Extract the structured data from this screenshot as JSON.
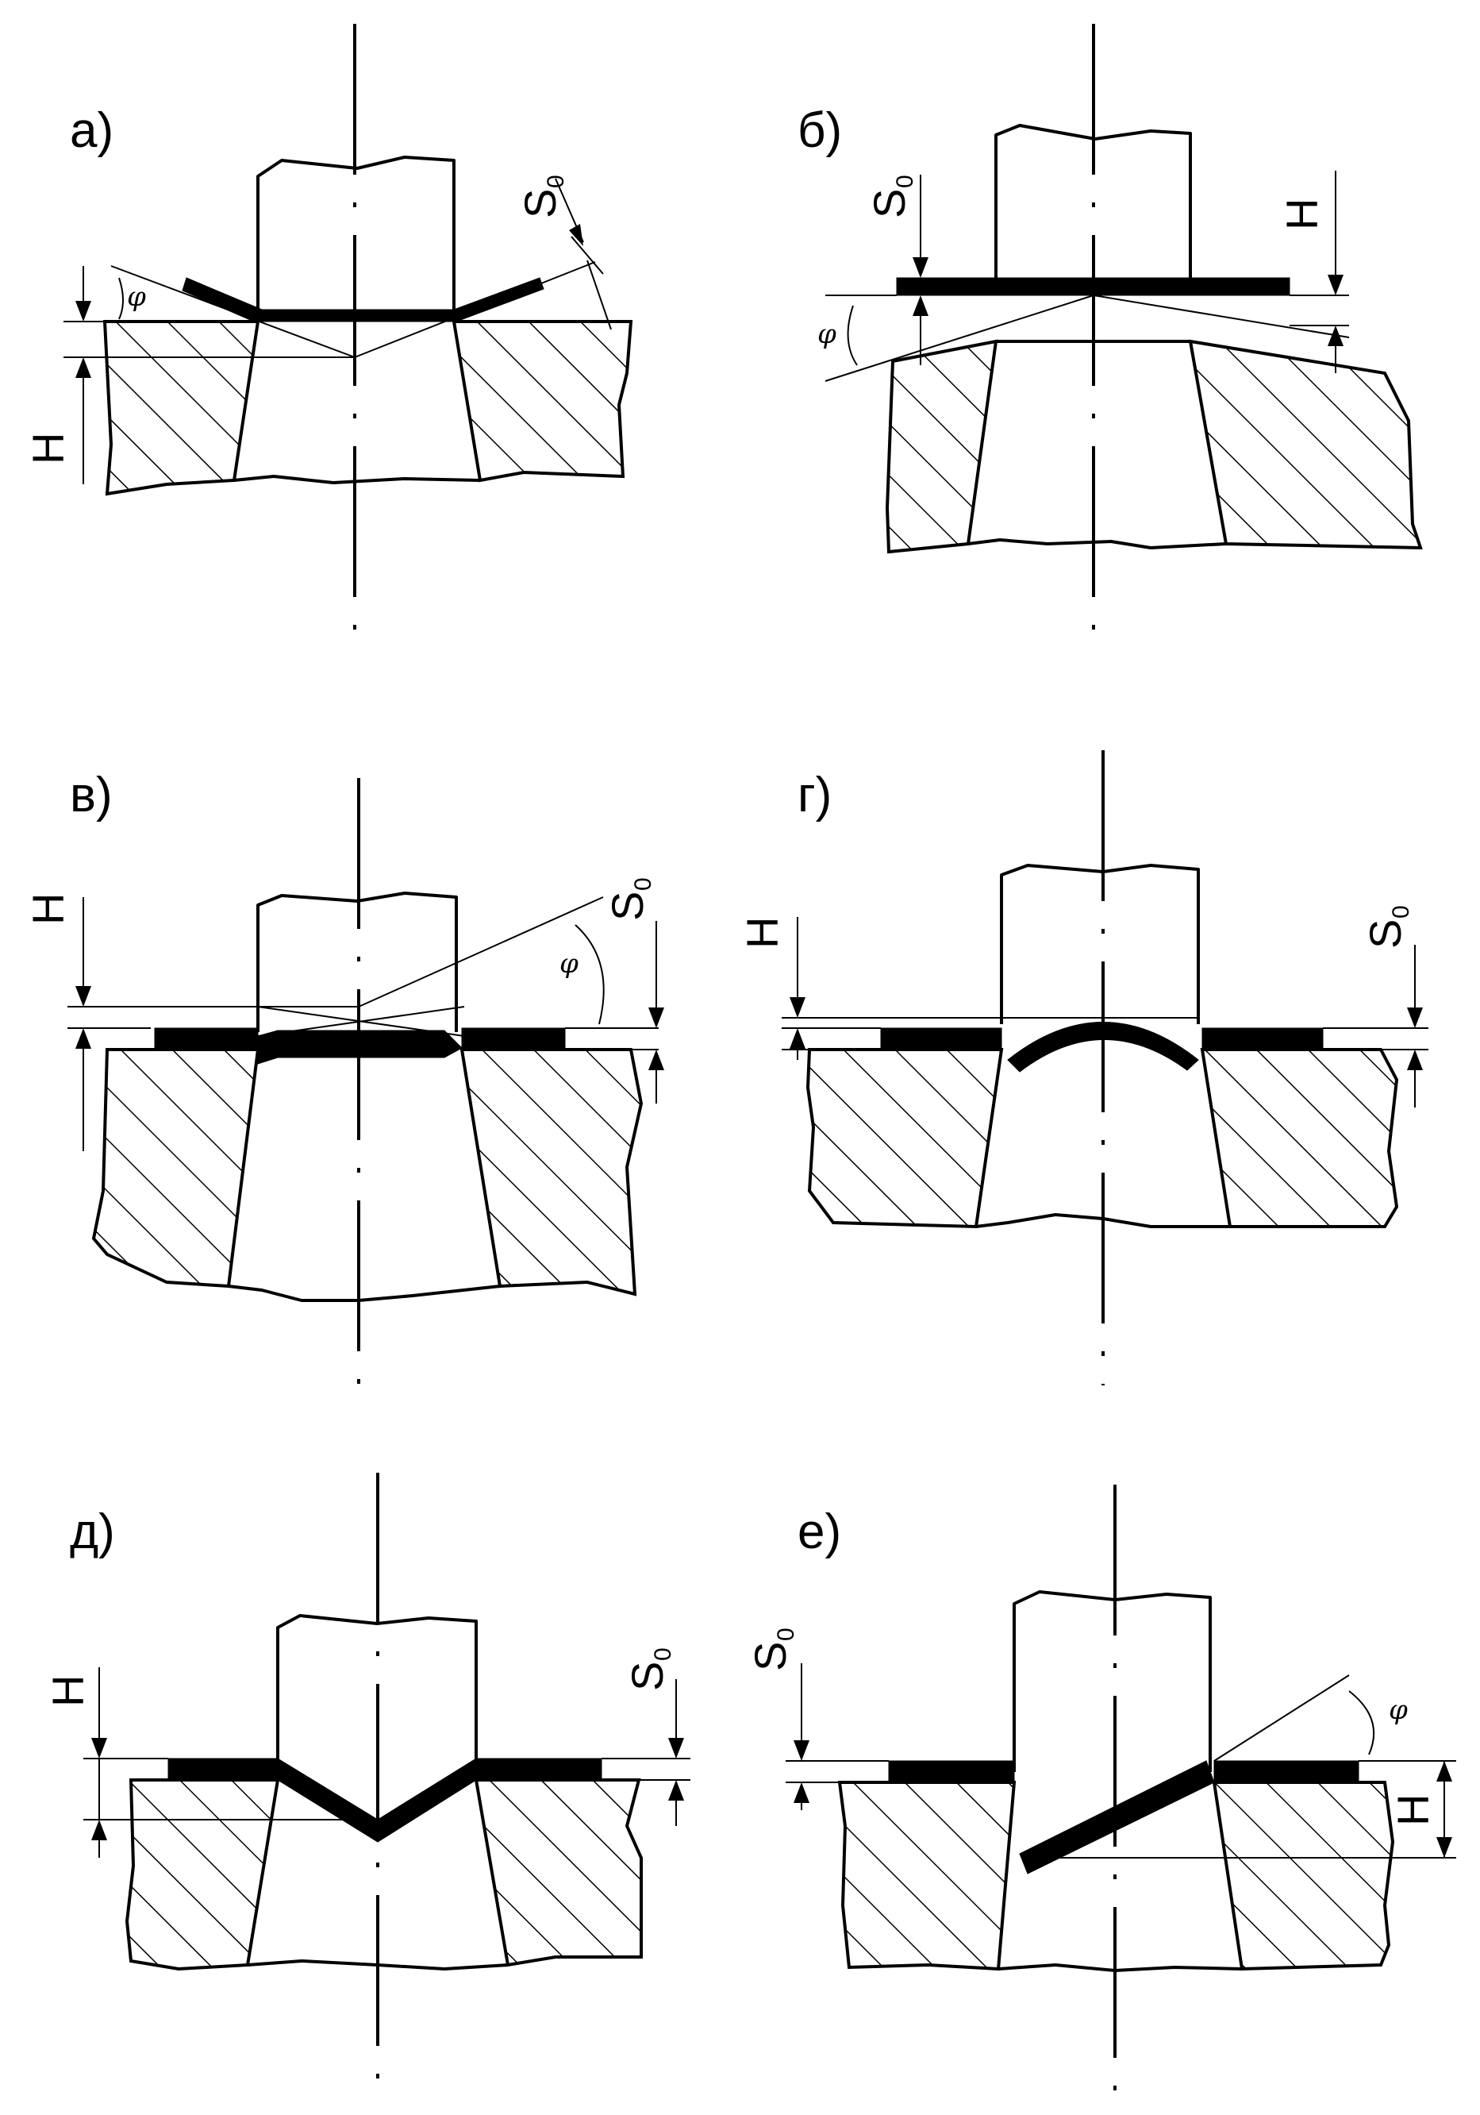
{
  "panels": [
    {
      "id": "a",
      "label": "а)",
      "dims": {
        "thickness": "S",
        "thickness_sub": "0",
        "height": "H",
        "angle": "φ"
      }
    },
    {
      "id": "b",
      "label": "б)",
      "dims": {
        "thickness": "S",
        "thickness_sub": "0",
        "height": "H",
        "angle": "φ"
      }
    },
    {
      "id": "v",
      "label": "в)",
      "dims": {
        "thickness": "S",
        "thickness_sub": "0",
        "height": "H",
        "angle": "φ"
      }
    },
    {
      "id": "g",
      "label": "г)",
      "dims": {
        "thickness": "S",
        "thickness_sub": "0",
        "height": "H"
      }
    },
    {
      "id": "d",
      "label": "д)",
      "dims": {
        "thickness": "S",
        "thickness_sub": "0",
        "height": "H"
      }
    },
    {
      "id": "e",
      "label": "е)",
      "dims": {
        "thickness": "S",
        "thickness_sub": "0",
        "height": "H",
        "angle": "φ"
      }
    }
  ],
  "colors": {
    "ink": "#000000",
    "background": "#ffffff"
  }
}
